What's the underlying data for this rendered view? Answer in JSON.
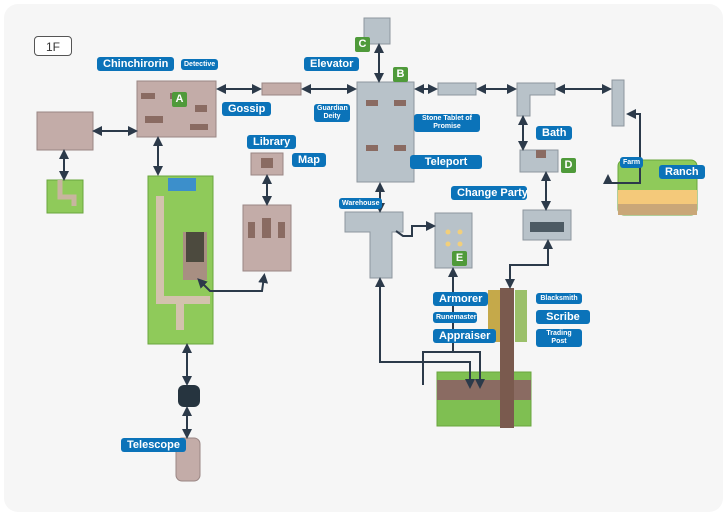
{
  "floor_label": "1F",
  "locations": {
    "chinchirorin": "Chinchirorin",
    "detective": "Detective",
    "gossip": "Gossip",
    "elevator": "Elevator",
    "guardian_deity": "Guardian Deity",
    "stone_tablet": "Stone Tablet of Promise",
    "teleport": "Teleport",
    "library": "Library",
    "map": "Map",
    "bath": "Bath",
    "farm": "Farm",
    "ranch": "Ranch",
    "warehouse": "Warehouse",
    "change_party": "Change Party",
    "armorer": "Armorer",
    "blacksmith": "Blacksmith",
    "runemaster": "Runemaster",
    "scribe": "Scribe",
    "appraiser": "Appraiser",
    "trading_post": "Trading Post",
    "telescope": "Telescope"
  },
  "markers": {
    "a": "A",
    "b": "B",
    "c": "C",
    "d": "D",
    "e": "E"
  },
  "colors": {
    "label_bg": "#0b73b9",
    "badge": "#4f9a3a",
    "arrow": "#2c3a4a"
  }
}
